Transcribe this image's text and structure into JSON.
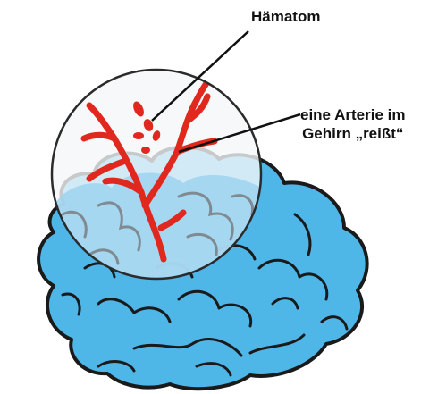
{
  "labels": {
    "hematoma": "Hämatom",
    "artery_line1": "eine Arterie im",
    "artery_line2": "Gehirn „reißt“"
  },
  "colors": {
    "brain_fill": "#4fb6e8",
    "brain_outline": "#1a1a1a",
    "artery": "#e0281e",
    "magnifier_fill": "#eef3f6",
    "magnifier_outline": "#2b2b2b"
  },
  "icons": {
    "brain": "brain-icon",
    "magnifier": "magnifier-circle"
  }
}
